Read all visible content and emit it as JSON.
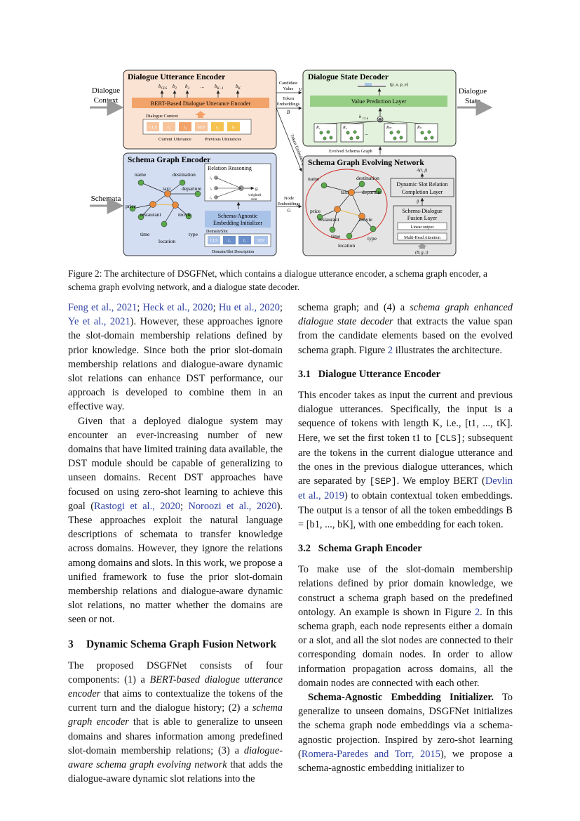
{
  "figure": {
    "input_dialogue_context": [
      "Dialogue",
      "Context"
    ],
    "input_schemata": "Schemata",
    "output_dialogue_state": [
      "Dialogue",
      "State"
    ],
    "due_title": "Dialogue Utterance Encoder",
    "due_tokens_top": [
      "b",
      "b",
      "b",
      "...",
      "b",
      "b"
    ],
    "due_token_subs": [
      "CLS",
      "2",
      "3",
      "",
      "K−1",
      "K"
    ],
    "bert_label": "BERT-Based Dialogue Utterance Encoder",
    "dialogue_context_label": "Dialogue Context",
    "due_inputs": [
      "CLS",
      "t2",
      "t3",
      "SEP",
      "t5",
      "tK"
    ],
    "current_utterance": "Current Utterance",
    "previous_utterances": "Previous Utterances",
    "candidate_value": [
      "Candidate",
      "Value"
    ],
    "token_embeddings": [
      "Token",
      "Embeddings"
    ],
    "dsd_title": "Dialogue State Decoder",
    "value_prediction": "Value Prediction Layer",
    "ps_pe": "(p_s, p_e)",
    "evolved_schema_graph": "Evolved Schema Graph",
    "token_embedding_diag": "Token Embedding",
    "node_embeddings": [
      "Node",
      "Embeddings"
    ],
    "sge_title": "Schema Graph Encoder",
    "relation_reasoning": "Relation Reasoning",
    "weighted_sum": [
      "weighted",
      "sum"
    ],
    "schema_agnostic": [
      "Schema-Agnostic",
      "Embedding Initializer"
    ],
    "domain_slot": "Domain/Slot",
    "domain_slot_desc": "Domain/Slot Description",
    "sgen_title": "Schema Graph Evolving Network",
    "dsrc": [
      "Dynamic Slot Relation",
      "Completion Layer"
    ],
    "sdfl": [
      "Schema-Dialogue",
      "Fusion Layer"
    ],
    "linear_output": "Linear output",
    "mha": "Multi-Head Attention",
    "a_label": "A(i, j)",
    "bg_label": "(B, g_i)",
    "nodes": [
      "name",
      "destination",
      "taxi",
      "departure",
      "price",
      "restaurant",
      "movie",
      "time",
      "location",
      "type"
    ]
  },
  "caption": "Figure 2: The architecture of DSGFNet, which contains a dialogue utterance encoder, a schema graph encoder, a schema graph evolving network, and a dialogue state decoder.",
  "left": {
    "p1_cites": [
      "Feng et al., 2021",
      "Heck et al., 2020",
      "Hu et al., 2020",
      "Ye et al., 2021"
    ],
    "p1_text": "). However, these approaches ignore the slot-domain membership relations defined by prior knowledge. Since both the prior slot-domain membership relations and dialogue-aware dynamic slot relations can enhance DST performance, our approach is developed to combine them in an effective way.",
    "p2a": "Given that a deployed dialogue system may encounter an ever-increasing number of new domains that have limited training data available, the DST module should be capable of generalizing to unseen domains. Recent DST approaches have focused on using zero-shot learning to achieve this goal (",
    "p2_cite1": "Rastogi et al., 2020",
    "p2_cite2": "Noroozi et al., 2020",
    "p2b": "). These approaches exploit the natural language descriptions of schemata to transfer knowledge across domains. However, they ignore the relations among domains and slots. In this work, we propose a unified framework to fuse the prior slot-domain membership relations and dialogue-aware dynamic slot relations, no matter whether the domains are seen or not.",
    "sec3_num": "3",
    "sec3_title": "Dynamic Schema Graph Fusion Network",
    "p3a": "The proposed DSGFNet consists of four components: (1) a ",
    "p3_i1": "BERT-based dialogue utterance encoder",
    "p3b": " that aims to contextualize the tokens of the current turn and the dialogue history; (2) a ",
    "p3_i2": "schema graph encoder",
    "p3c": " that is able to generalize to unseen domains and shares information among predefined slot-domain membership relations; (3) a ",
    "p3_i3": "dialogue-aware schema graph evolving network",
    "p3d": " that adds the dialogue-aware dynamic slot relations into the"
  },
  "right": {
    "p1a": "schema graph; and (4) a ",
    "p1_i": "schema graph enhanced dialogue state decoder",
    "p1b": " that extracts the value span from the candidate elements based on the evolved schema graph. Figure ",
    "p1_ref": "2",
    "p1c": " illustrates the architecture.",
    "s31": "3.1   Dialogue Utterance Encoder",
    "p2a": "This encoder takes as input the current and previous dialogue utterances. Specifically, the input is a sequence of tokens with length K, i.e., [t1, ..., tK]. Here, we set the first token t1 to ",
    "p2_cls": "[CLS]",
    "p2b": "; subsequent are the tokens in the current dialogue utterance and the ones in the previous dialogue utterances, which are separated by ",
    "p2_sep": "[SEP]",
    "p2c": ". We employ BERT (",
    "p2_cite": "Devlin et al., 2019",
    "p2d": ") to obtain contextual token embeddings. The output is a tensor of all the token embeddings B = [b1, ..., bK], with one embedding for each token.",
    "s32": "3.2   Schema Graph Encoder",
    "p3a": "To make use of the slot-domain membership relations defined by prior domain knowledge, we construct a schema graph based on the predefined ontology. An example is shown in Figure ",
    "p3_ref": "2",
    "p3b": ". In this schema graph, each node represents either a domain or a slot, and all the slot nodes are connected to their corresponding domain nodes. In order to allow information propagation across domains, all the domain nodes are connected with each other.",
    "p4_bold": "Schema-Agnostic Embedding Initializer.",
    "p4a": " To generalize to unseen domains, DSGFNet initializes the schema graph node embeddings via a schema-agnostic projection. Inspired by zero-shot learning (",
    "p4_cite": "Romera-Paredes and Torr, 2015",
    "p4b": "), we propose a schema-agnostic embedding initializer to"
  }
}
